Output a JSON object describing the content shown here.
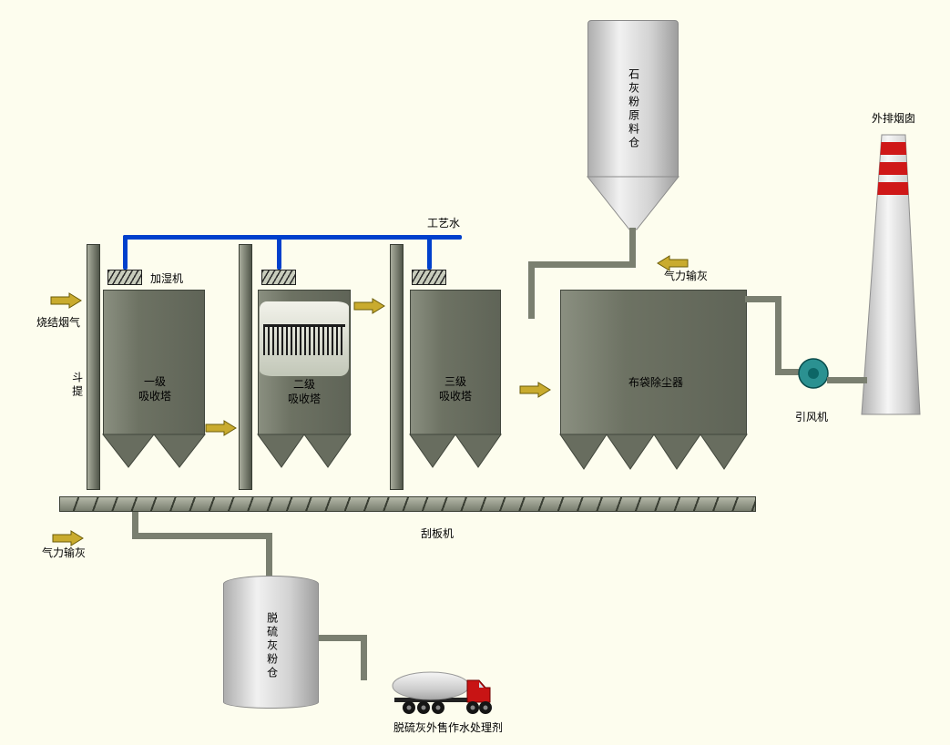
{
  "colors": {
    "background": "#fdfdee",
    "equipment": "#6d7263",
    "pipe": "#7a7f70",
    "water_pipe": "#0040cc",
    "arrow": "#c9ab2e",
    "fan": "#2b9191",
    "chimney_band": "#cf1818",
    "truck_cab": "#c81414"
  },
  "nodes": {
    "limestone_silo": {
      "label": "石灰粉原料仓"
    },
    "chimney": {
      "label": "外排烟囱"
    },
    "process_water": {
      "label": "工艺水"
    },
    "humidifier": {
      "label": "加湿机"
    },
    "pneumatic_top": {
      "label": "气力输灰"
    },
    "flue_gas_inlet": {
      "label": "烧结烟气"
    },
    "bucket_elevator": {
      "label": "斗提"
    },
    "tower1": {
      "label": "一级\n吸收塔"
    },
    "tower2": {
      "label": "二级\n吸收塔"
    },
    "tower3": {
      "label": "三级\n吸收塔"
    },
    "bag_filter": {
      "label": "布袋除尘器"
    },
    "id_fan": {
      "label": "引风机"
    },
    "scraper": {
      "label": "刮板机"
    },
    "pneumatic_bottom": {
      "label": "气力输灰"
    },
    "ash_silo": {
      "label": "脱硫灰粉仓"
    },
    "truck_caption": {
      "label": "脱硫灰外售作水处理剂"
    }
  }
}
